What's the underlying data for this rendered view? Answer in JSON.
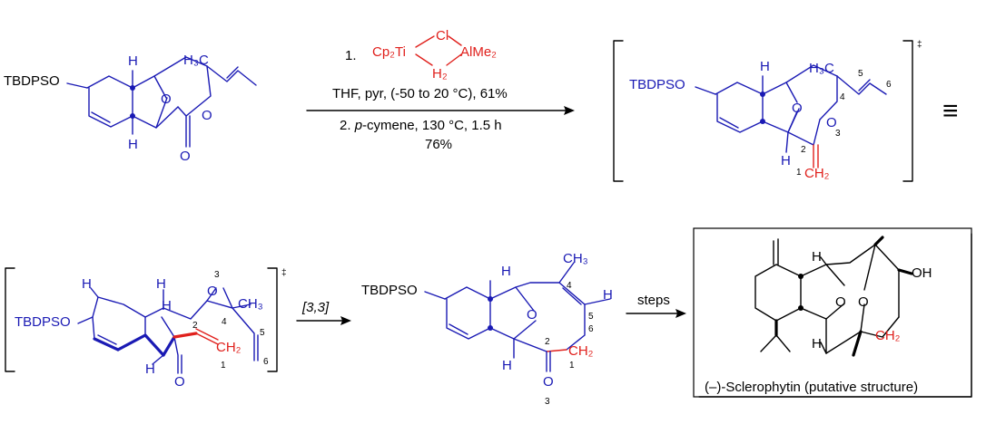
{
  "reagents": {
    "step1_number": "1.",
    "tebbe_cp2ti": "Cp₂Ti",
    "tebbe_cl": "Cl",
    "tebbe_almeme": "AlMe₂",
    "tebbe_h2": "H₂",
    "step1_conditions": "THF, pyr, (-50 to 20 °C), 61%",
    "step2_conditions_prefix": "2. ",
    "step2_solvent": "p",
    "step2_conditions_rest": "-cymene, 130 °C, 1.5 h",
    "step2_yield": "76%"
  },
  "arrows": {
    "rearrangement_label": "[3,3]",
    "steps_label": "steps"
  },
  "labels": {
    "protecting_group": "TBDPSO",
    "h": "H",
    "h3c": "H₃C",
    "ch3": "CH₃",
    "ch2": "CH₂",
    "o": "O",
    "oh": "OH",
    "dagger": "‡",
    "equivalent": "≡",
    "n1": "1",
    "n2": "2",
    "n3": "3",
    "n4": "4",
    "n5": "5",
    "n6": "6"
  },
  "product_caption": "(–)-Sclerophytin (putative structure)",
  "colors": {
    "molecule": "#1a1ab4",
    "reagent": "#e0201c",
    "text": "#000000"
  }
}
